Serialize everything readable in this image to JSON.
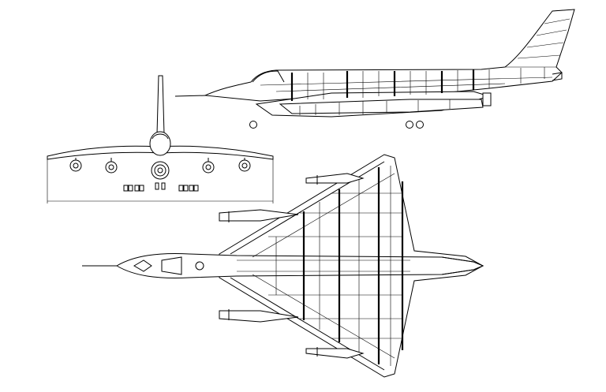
{
  "drawing": {
    "views": [
      "side-view",
      "front-view",
      "top-view"
    ],
    "line_color": "#000000",
    "background": "#ffffff",
    "dimension_label": ""
  }
}
